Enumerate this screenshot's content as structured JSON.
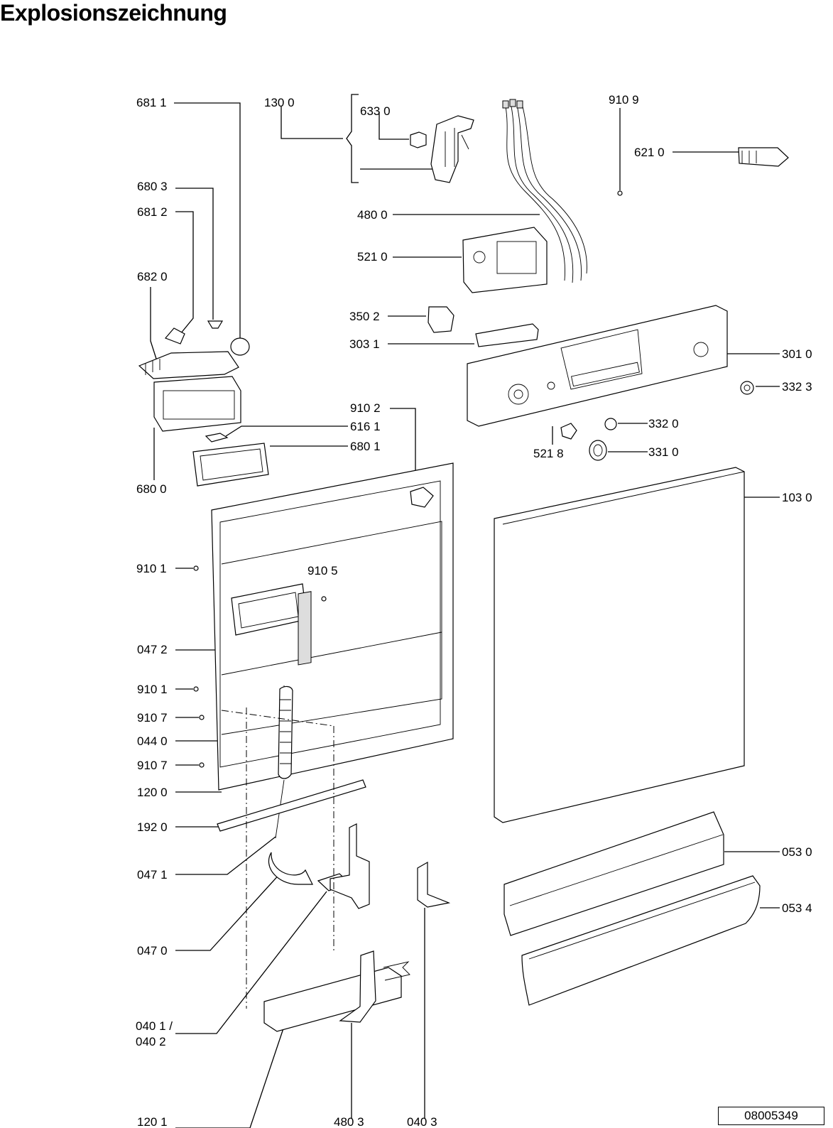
{
  "title": "Explosionszeichnung",
  "doc_number": "08005349",
  "labels": {
    "p6811": "681 1",
    "p1300": "130 0",
    "p6330": "633 0",
    "p9109": "910 9",
    "p6210": "621 0",
    "p6803": "680 3",
    "p6812": "681 2",
    "p4800": "480 0",
    "p5210": "521 0",
    "p6820": "682 0",
    "p3502": "350 2",
    "p3031": "303 1",
    "p3010": "301 0",
    "p3323": "332 3",
    "p9102": "910 2",
    "p6161": "616 1",
    "p3320": "332 0",
    "p6801": "680 1",
    "p3310": "331 0",
    "p6800": "680 0",
    "p5218": "521 8",
    "p1030": "103 0",
    "p9101a": "910 1",
    "p9105": "910 5",
    "p0472": "047 2",
    "p9101b": "910 1",
    "p9107a": "910 7",
    "p0440": "044 0",
    "p9107b": "910 7",
    "p1200": "120 0",
    "p1920": "192 0",
    "p0471": "047 1",
    "p0530": "053 0",
    "p0534": "053 4",
    "p0470": "047 0",
    "p0401": "040 1 /",
    "p0402": "040 2",
    "p1201": "120 1",
    "p4803": "480 3",
    "p0403": "040 3"
  }
}
